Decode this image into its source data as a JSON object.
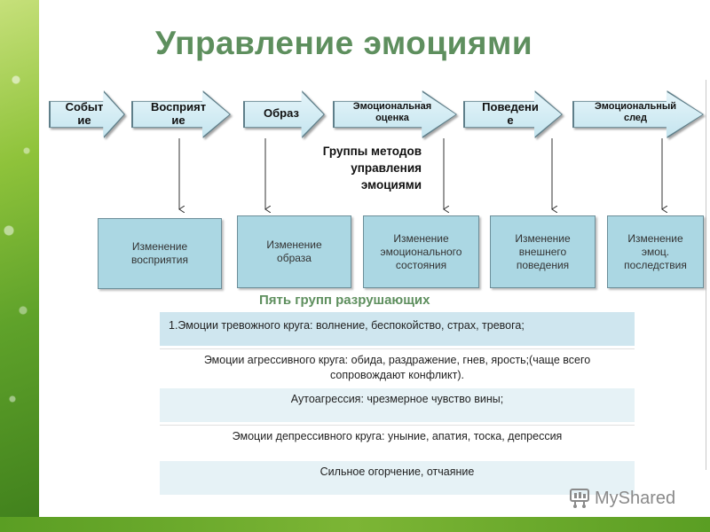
{
  "title": "Управление эмоциями",
  "flow": [
    {
      "label": "Событ\nие"
    },
    {
      "label": "Восприят\nие"
    },
    {
      "label": "Образ"
    },
    {
      "label": "Эмоциональная\nоценка"
    },
    {
      "label": "Поведени\nе"
    },
    {
      "label": "Эмоциональный\nслед"
    }
  ],
  "methods_title": "Группы методов\nуправления\nэмоциями",
  "methods": [
    "Изменение\nвосприятия",
    "Изменение\nобраза",
    "Изменение\nэмоционального\nсостояния",
    "Изменение\nвнешнего\nповедения",
    "Изменение\nэмоц.\nпоследствия"
  ],
  "groups_title": "Пять групп разрушающих",
  "groups": [
    "1.Эмоции тревожного круга: волнение, беспокойство, страх, тревога;",
    "Эмоции агрессивного круга: обида, раздражение, гнев, ярость;(чаще всего сопровождают конфликт).",
    "Аутоагрессия: чрезмерное чувство вины;",
    "Эмоции депрессивного круга: уныние, апатия, тоска, депрессия",
    "Сильное огорчение, отчаяние"
  ],
  "logo_text": "MyShared",
  "colors": {
    "title": "#5e8f5e",
    "arrow_fill": "#c5e5ef",
    "box_fill": "#abd7e3",
    "accent_green": "#5a9e23"
  }
}
